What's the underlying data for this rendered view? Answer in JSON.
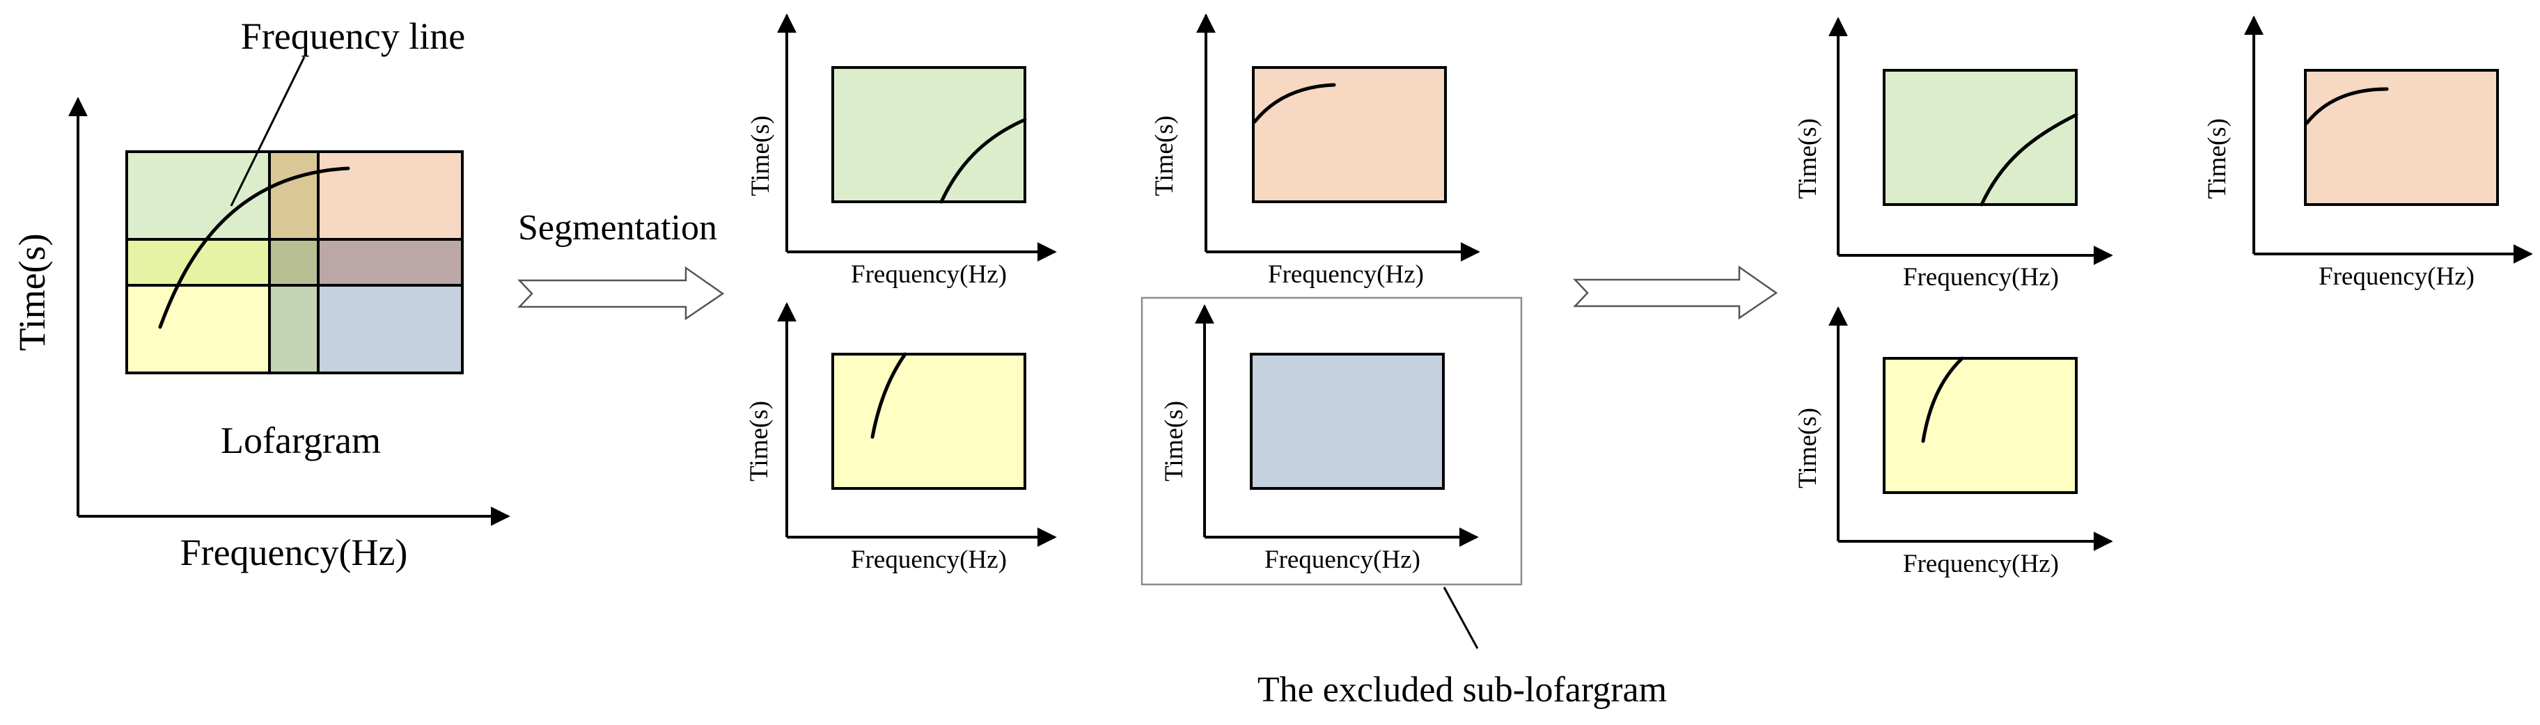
{
  "colors": {
    "green": "#dcedcc",
    "peach": "#f6d8c3",
    "yellow": "#ffffc4",
    "blue": "#c6d1df",
    "green_yellow": "#e6f3a4",
    "olive": "#d9c895",
    "olive_dark": "#b8bf93",
    "mauve": "#bba8a6",
    "sage": "#c4d4b4",
    "excluded_frame": "#8c8c8c"
  },
  "icons": {
    "segmentation_arrow": "hollow-right-arrow",
    "merge_arrow": "hollow-right-arrow"
  },
  "lofargram": {
    "caption": "Lofargram",
    "y_axis_label": "Time(s)",
    "x_axis_label": "Frequency(Hz)",
    "callout": "Frequency line"
  },
  "segmentation": {
    "label": "Segmentation"
  },
  "sub_lofargrams": {
    "y_axis_label": "Time(s)",
    "x_axis_label": "Frequency(Hz)",
    "excluded_caption": "The excluded sub-lofargram"
  }
}
